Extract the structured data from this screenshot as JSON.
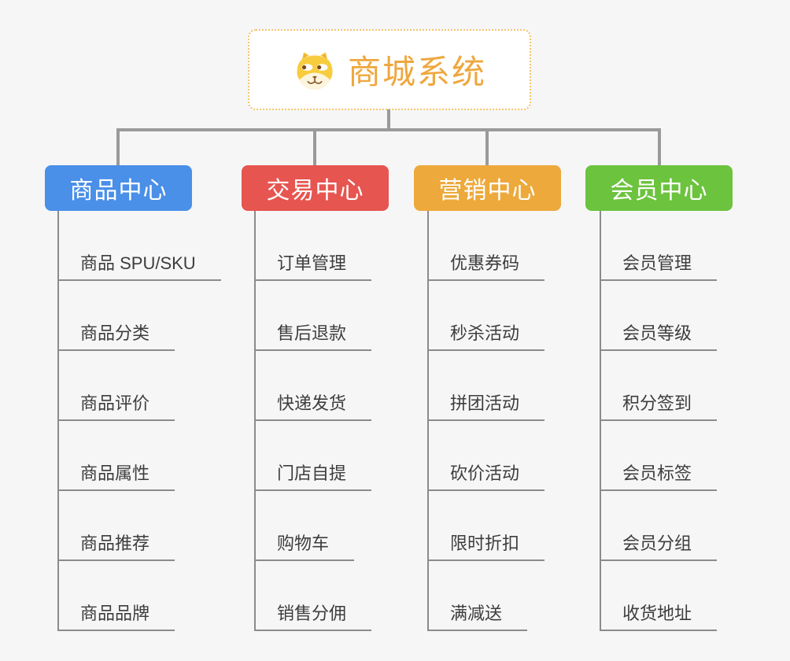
{
  "title": {
    "label": "商城系统",
    "icon": "dog-face-icon",
    "color": "#EFA73E",
    "border_color": "#F3C36B"
  },
  "colors": {
    "background": "#F6F6F7",
    "connector": "#9A9A9A",
    "child_line": "#8B8B8B",
    "child_text": "#3D3D3D"
  },
  "branches": [
    {
      "label": "商品中心",
      "color": "#4A8FE8",
      "children": [
        "商品 SPU/SKU",
        "商品分类",
        "商品评价",
        "商品属性",
        "商品推荐",
        "商品品牌"
      ]
    },
    {
      "label": "交易中心",
      "color": "#E65550",
      "children": [
        "订单管理",
        "售后退款",
        "快递发货",
        "门店自提",
        "购物车",
        "销售分佣"
      ]
    },
    {
      "label": "营销中心",
      "color": "#EDA93B",
      "children": [
        "优惠券码",
        "秒杀活动",
        "拼团活动",
        "砍价活动",
        "限时折扣",
        "满减送"
      ]
    },
    {
      "label": "会员中心",
      "color": "#6CC33E",
      "children": [
        "会员管理",
        "会员等级",
        "积分签到",
        "会员标签",
        "会员分组",
        "收货地址"
      ]
    }
  ]
}
